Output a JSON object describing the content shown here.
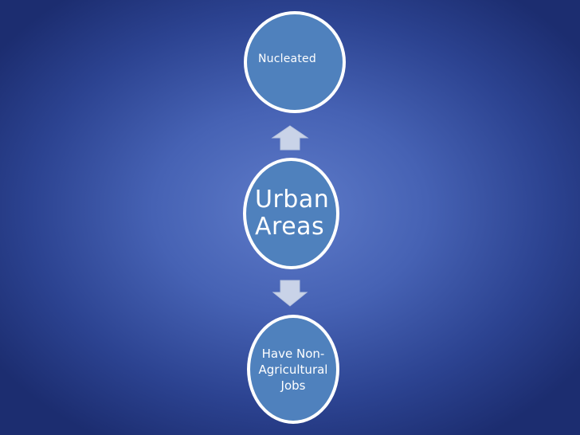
{
  "slide": {
    "nodes": {
      "top": {
        "label_lines": [
          "Nucleated"
        ]
      },
      "middle": {
        "label_lines": [
          "Urban",
          "Areas"
        ]
      },
      "bottom": {
        "label_lines": [
          "Have Non-",
          "Agricultural",
          "Jobs"
        ]
      }
    },
    "colors": {
      "node_fill": "#4f81bd",
      "node_border": "#ffffff",
      "arrow_fill": "#c9d3e8",
      "background_center": "#5e7bc9",
      "background_edge": "#1c2d70"
    }
  }
}
